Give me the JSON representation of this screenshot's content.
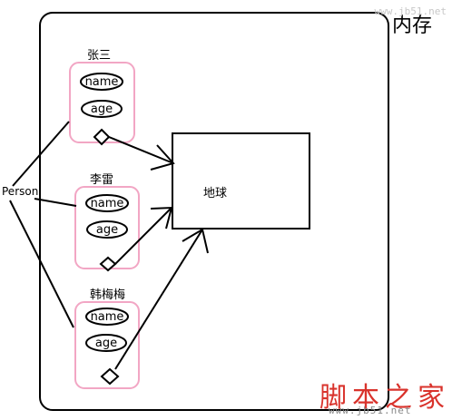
{
  "watermark": {
    "url_top": "www.jb51.net",
    "site_cn": "脚本之家",
    "url_bottom": "www.jb51.net"
  },
  "diagram": {
    "memory_label": "内存",
    "class_label": "Person",
    "shared_object_label": "地球",
    "objects": [
      {
        "name": "张三",
        "fields": [
          "name",
          "age"
        ]
      },
      {
        "name": "李雷",
        "fields": [
          "name",
          "age"
        ]
      },
      {
        "name": "韩梅梅",
        "fields": [
          "name",
          "age"
        ]
      }
    ]
  },
  "colors": {
    "object_border": "#f2a6c4",
    "stroke": "#000000",
    "watermark_red": "#d9332c"
  }
}
